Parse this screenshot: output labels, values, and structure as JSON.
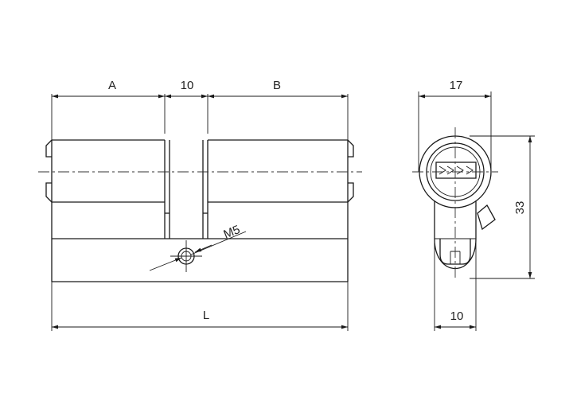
{
  "drawing": {
    "title": "Euro profile cylinder dimension drawing",
    "side_view": {
      "dim_a": "A",
      "dim_center": "10",
      "dim_b": "B",
      "dim_total": "L",
      "screw_label": "M5"
    },
    "end_view": {
      "dim_width": "17",
      "dim_height": "33",
      "dim_cam": "10"
    }
  }
}
